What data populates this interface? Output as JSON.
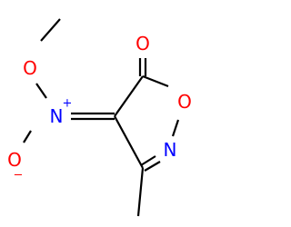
{
  "structure": {
    "atoms": {
      "methoxy_oxygen": {
        "symbol": "O",
        "color": "#ff0000"
      },
      "nitro_nitrogen": {
        "symbol": "N",
        "charge": "+",
        "color": "#0000ff"
      },
      "nitro_oxygen": {
        "symbol": "O",
        "charge": "−",
        "color": "#ff0000"
      },
      "carbonyl_oxygen": {
        "symbol": "O",
        "color": "#ff0000"
      },
      "ring_oxygen": {
        "symbol": "O",
        "color": "#ff0000"
      },
      "ring_nitrogen": {
        "symbol": "N",
        "color": "#0000ff"
      }
    },
    "bond_color": "#000000"
  }
}
